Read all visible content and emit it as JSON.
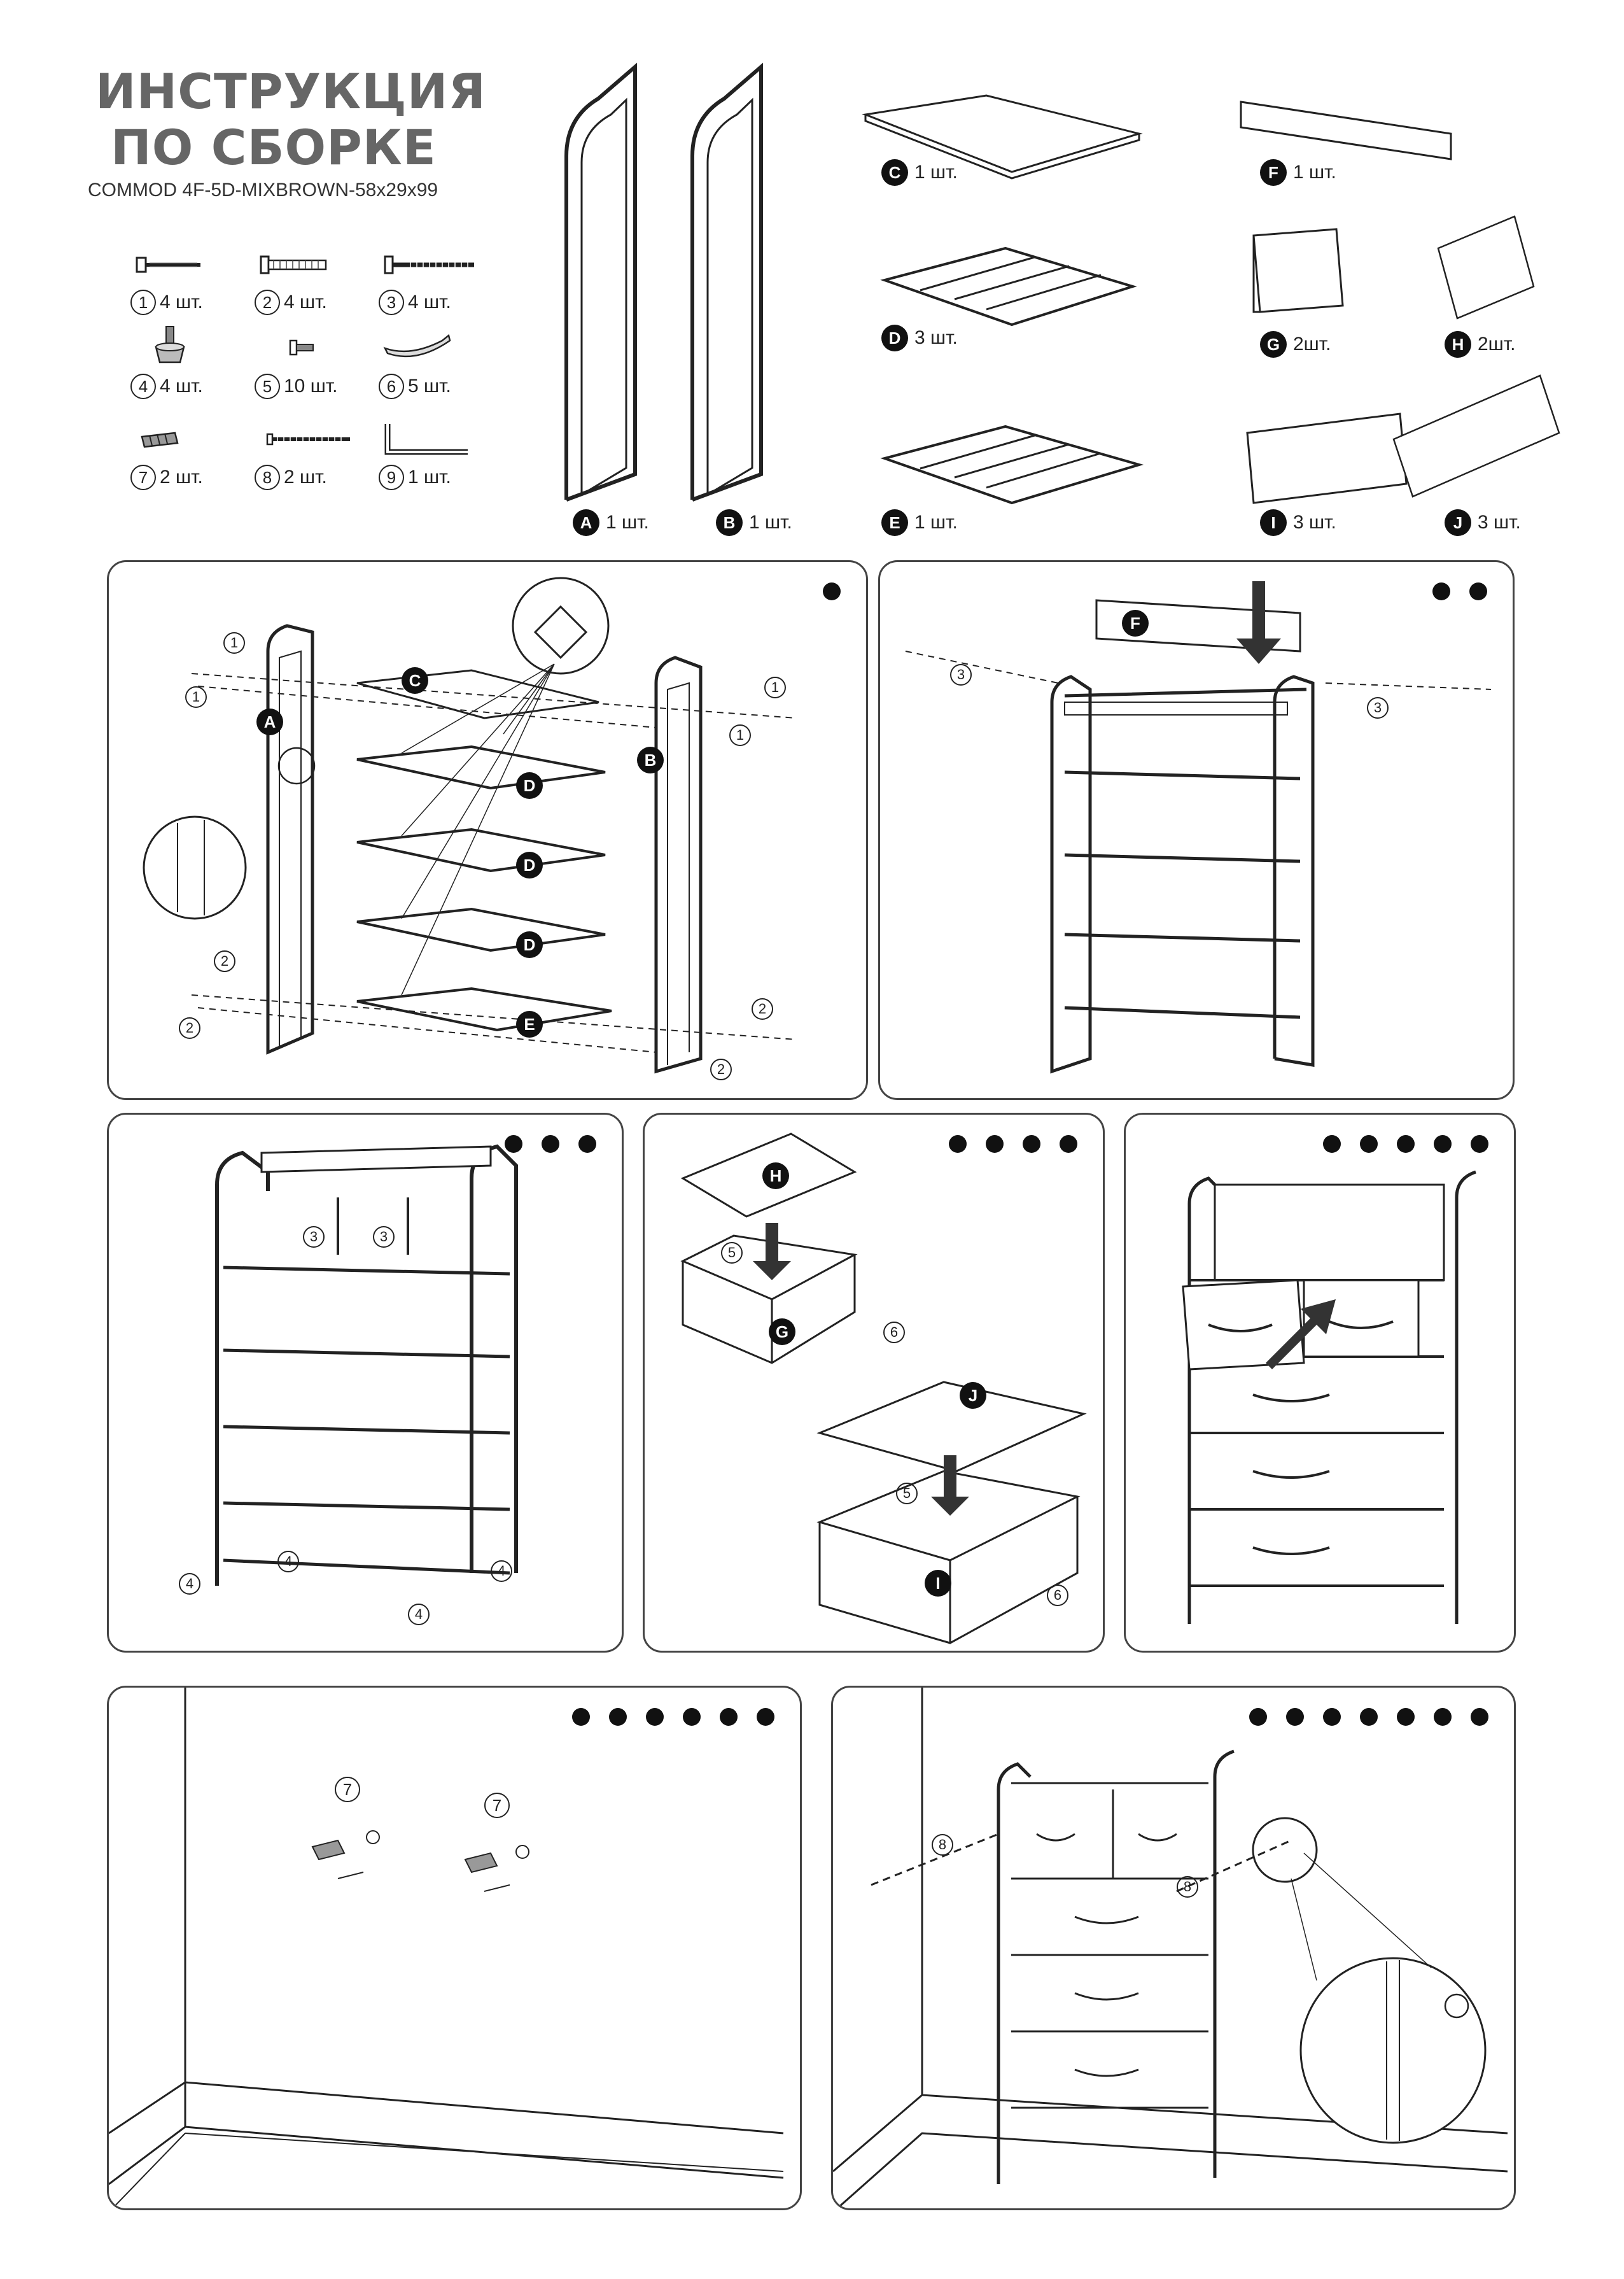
{
  "header": {
    "title_line1": "ИНСТРУКЦИЯ",
    "title_line2": "ПО СБОРКЕ",
    "model": "COMMOD 4F-5D-MIXBROWN-58x29x99"
  },
  "hardware": [
    {
      "num": "1",
      "qty": "4 шт."
    },
    {
      "num": "2",
      "qty": "4 шт."
    },
    {
      "num": "3",
      "qty": "4 шт."
    },
    {
      "num": "4",
      "qty": "4 шт."
    },
    {
      "num": "5",
      "qty": "10 шт."
    },
    {
      "num": "6",
      "qty": "5 шт."
    },
    {
      "num": "7",
      "qty": "2 шт."
    },
    {
      "num": "8",
      "qty": "2 шт."
    },
    {
      "num": "9",
      "qty": "1 шт."
    }
  ],
  "parts": [
    {
      "letter": "A",
      "qty": "1 шт."
    },
    {
      "letter": "B",
      "qty": "1 шт."
    },
    {
      "letter": "C",
      "qty": "1 шт."
    },
    {
      "letter": "D",
      "qty": "3 шт."
    },
    {
      "letter": "E",
      "qty": "1 шт."
    },
    {
      "letter": "F",
      "qty": "1 шт."
    },
    {
      "letter": "G",
      "qty": "2шт."
    },
    {
      "letter": "H",
      "qty": "2шт."
    },
    {
      "letter": "I",
      "qty": "3 шт."
    },
    {
      "letter": "J",
      "qty": "3 шт."
    }
  ],
  "steps": [
    {
      "step": 1,
      "dots": 1
    },
    {
      "step": 2,
      "dots": 2
    },
    {
      "step": 3,
      "dots": 3
    },
    {
      "step": 4,
      "dots": 4
    },
    {
      "step": 5,
      "dots": 5
    },
    {
      "step": 6,
      "dots": 6
    },
    {
      "step": 7,
      "dots": 7
    }
  ],
  "callouts": {
    "n1": "1",
    "n2": "2",
    "n3": "3",
    "n4": "4",
    "n5": "5",
    "n6": "6",
    "n7": "7",
    "n8": "8",
    "A": "A",
    "B": "B",
    "C": "C",
    "D": "D",
    "E": "E",
    "F": "F",
    "G": "G",
    "H": "H",
    "I": "I",
    "J": "J"
  }
}
